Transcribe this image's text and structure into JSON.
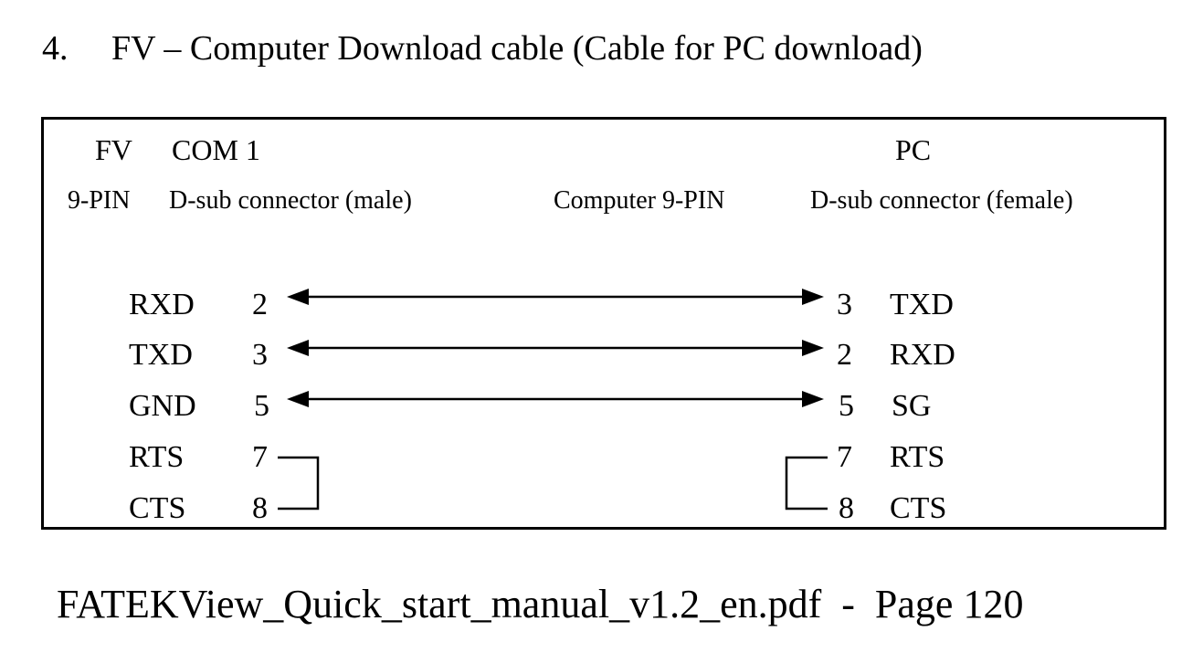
{
  "heading": {
    "number": "4.",
    "title": "FV – Computer Download cable (Cable for PC download)"
  },
  "left_connector": {
    "label_fv": "FV",
    "label_com": "COM 1",
    "pin_count": "9-PIN",
    "type": "D-sub connector (male)"
  },
  "right_connector": {
    "label": "PC",
    "pin_count": "Computer 9-PIN",
    "type": "D-sub connector (female)"
  },
  "connections": [
    {
      "left_signal": "RXD",
      "left_pin": "2",
      "right_pin": "3",
      "right_signal": "TXD",
      "link": "bidirectional-arrow"
    },
    {
      "left_signal": "TXD",
      "left_pin": "3",
      "right_pin": "2",
      "right_signal": "RXD",
      "link": "bidirectional-arrow"
    },
    {
      "left_signal": "GND",
      "left_pin": "5",
      "right_pin": "5",
      "right_signal": "SG",
      "link": "bidirectional-arrow"
    }
  ],
  "loopbacks": {
    "left": [
      {
        "signal": "RTS",
        "pin": "7"
      },
      {
        "signal": "CTS",
        "pin": "8"
      }
    ],
    "right": [
      {
        "signal": "RTS",
        "pin": "7"
      },
      {
        "signal": "CTS",
        "pin": "8"
      }
    ]
  },
  "footer": "FATEKView_Quick_start_manual_v1.2_en.pdf  -  Page 120"
}
